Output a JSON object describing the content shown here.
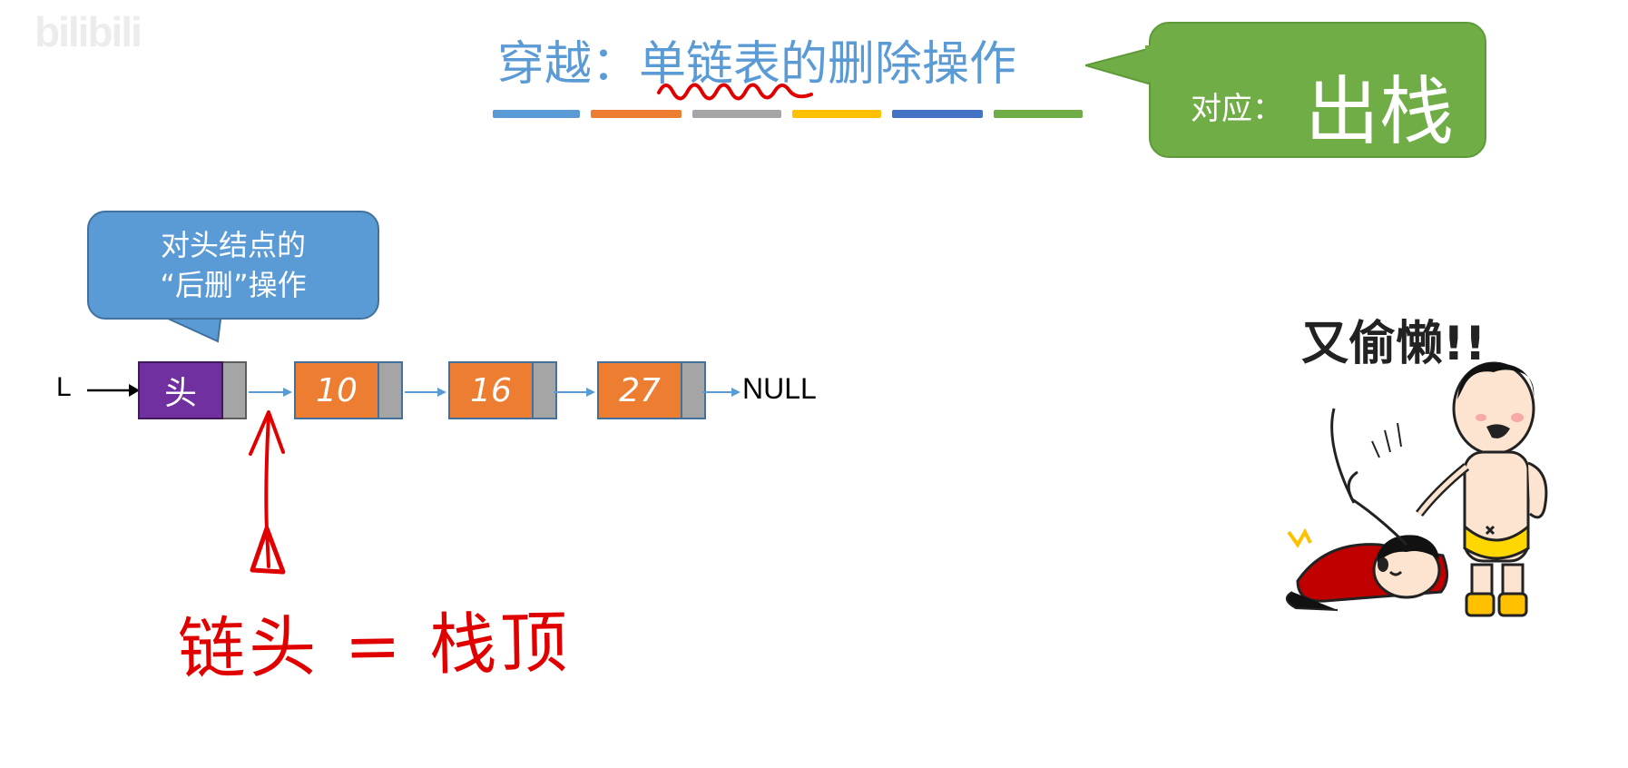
{
  "watermark": "bilibili",
  "title": {
    "prefix": "穿越：",
    "main": "单链表的删除操作"
  },
  "color_bars": [
    "#5b9bd5",
    "#ed7d31",
    "#a5a5a5",
    "#ffc000",
    "#4472c4",
    "#70ad47"
  ],
  "green_callout": {
    "prefix": "对应：",
    "main": "出栈"
  },
  "blue_callout": {
    "line1": "对头结点的",
    "line2": "“后删”操作"
  },
  "list": {
    "pointer_label": "L",
    "head_label": "头",
    "nodes": [
      "10",
      "16",
      "27"
    ],
    "null_label": "NULL"
  },
  "annotation": {
    "text": "链头 = 栈顶"
  },
  "cartoon": {
    "caption": "又偷懒!!"
  },
  "colors": {
    "head_fill": "#7030a0",
    "node_fill": "#ed7d31",
    "pointer_fill": "#a5a5a5",
    "link_arrow": "#5b9bd5",
    "ink": "#e00000"
  }
}
